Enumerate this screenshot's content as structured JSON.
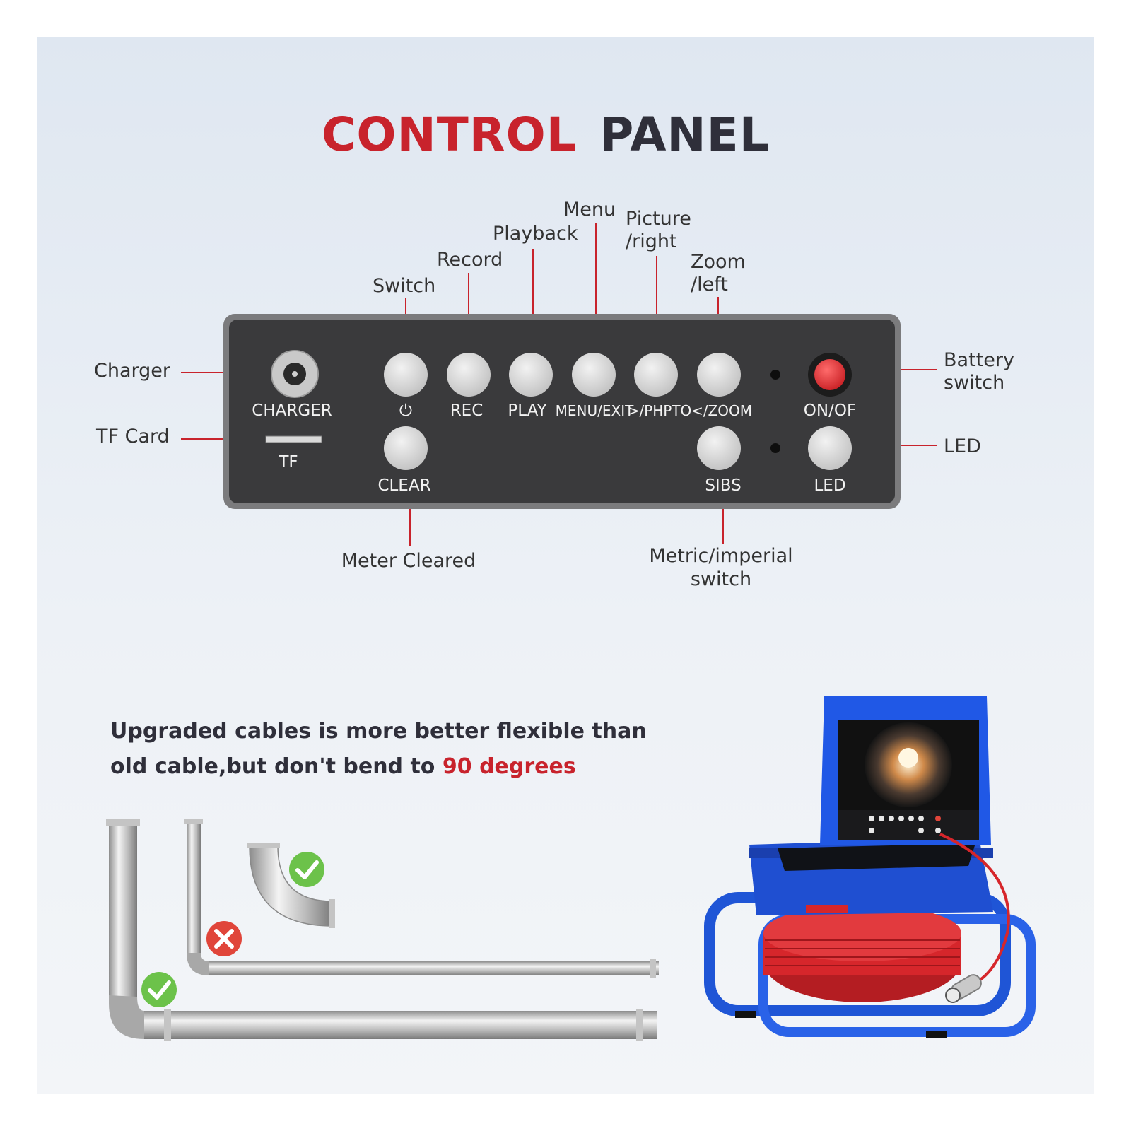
{
  "title": {
    "part1": "CONTROL",
    "part2": "PANEL"
  },
  "colors": {
    "accent_red": "#c8232c",
    "dark_text": "#2f2f3a",
    "panel": "#3a3a3c",
    "frame_blue": "#1f55d6",
    "cable_red": "#d6262b"
  },
  "callouts": {
    "switch": "Switch",
    "record": "Record",
    "playback": "Playback",
    "menu": "Menu",
    "picture_line1": "Picture",
    "picture_line2": "/right",
    "zoom_line1": "Zoom",
    "zoom_line2": "/left",
    "charger": "Charger",
    "tf_card": "TF Card",
    "battery_line1": "Battery",
    "battery_line2": "switch",
    "led": "LED",
    "meter_cleared": "Meter Cleared",
    "metric_line1": "Metric/imperial",
    "metric_line2": "switch"
  },
  "panel_labels": {
    "charger": "CHARGER",
    "tf": "TF",
    "power_symbol": "⏻",
    "rec": "REC",
    "play": "PLAY",
    "menu_exit": "MENU/EXIT",
    "photo": ">/PHPTO",
    "zoom": "</ZOOM",
    "on_off": "ON/OF",
    "clear": "CLEAR",
    "sibs": "SIBS",
    "led": "LED"
  },
  "note": {
    "line1": "Upgraded cables is more better flexible than",
    "line2_prefix": "old cable,but don't bend to ",
    "line2_highlight": "90 degrees"
  },
  "icons": [
    "check-icon",
    "cross-icon",
    "check-icon"
  ]
}
